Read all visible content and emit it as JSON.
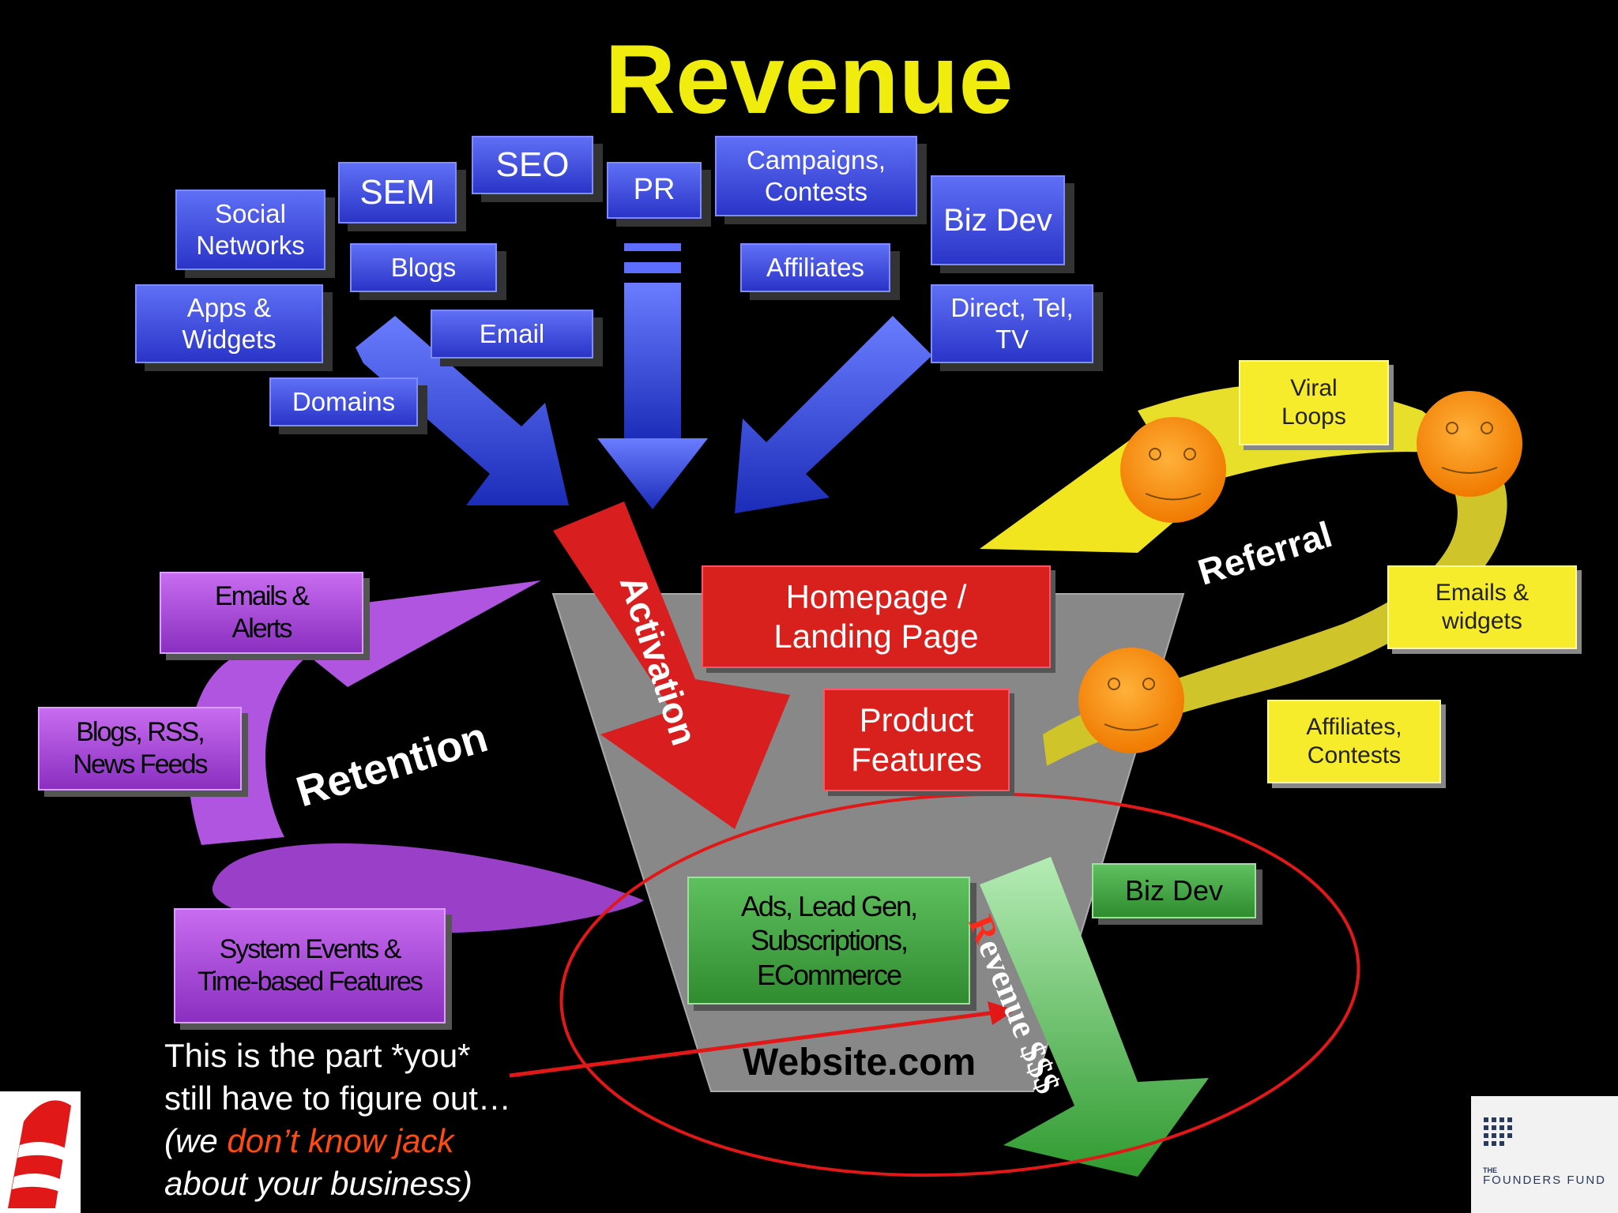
{
  "title": "Revenue",
  "channels": {
    "social_networks": "Social Networks",
    "sem": "SEM",
    "seo": "SEO",
    "pr": "PR",
    "campaigns": "Campaigns, Contests",
    "biz_dev": "Biz Dev",
    "blogs": "Blogs",
    "affiliates": "Affiliates",
    "apps_widgets": "Apps & Widgets",
    "email": "Email",
    "direct": "Direct, Tel, TV",
    "domains": "Domains"
  },
  "funnel": {
    "activation": "Activation",
    "homepage": "Homepage / Landing Page",
    "product_features": "Product Features",
    "ads": "Ads, Lead Gen, Subscriptions, ECommerce",
    "website": "Website.com",
    "revenue_arrow_first": "R",
    "revenue_arrow_rest": "evenue $$$",
    "biz_dev": "Biz Dev"
  },
  "referral": {
    "label": "Referral",
    "viral_loops": "Viral Loops",
    "emails_widgets": "Emails & widgets",
    "affiliates_contests": "Affiliates, Contests"
  },
  "retention": {
    "label": "Retention",
    "emails_alerts": "Emails & Alerts",
    "blogs_rss": "Blogs, RSS, News Feeds",
    "system_events": "System Events & Time-based Features"
  },
  "note": {
    "line1": "This is the part *you*",
    "line2": "still have to figure out…",
    "line3_open": "(we ",
    "line3_highlight": "don’t know jack",
    "line4": "about your business)"
  },
  "logo": {
    "the": "THE",
    "name": "FOUNDERS FUND"
  },
  "colors": {
    "title": "#f0ec0e",
    "highlight": "#ff4a12",
    "ellipse": "#e01818"
  }
}
